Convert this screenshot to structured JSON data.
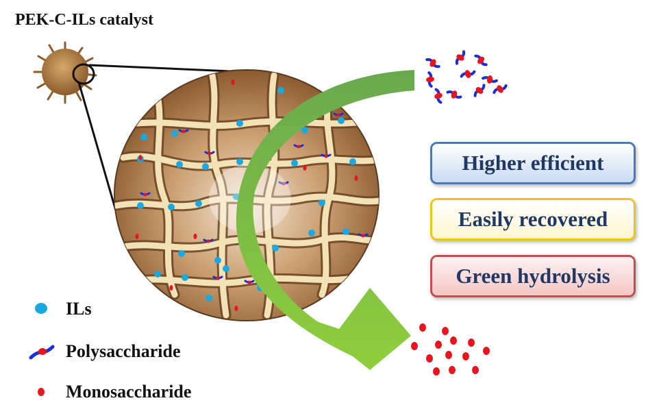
{
  "title": "PEK-C-ILs catalyst",
  "features": [
    {
      "label": "Higher efficient"
    },
    {
      "label": "Easily recovered"
    },
    {
      "label": "Green hydrolysis"
    }
  ],
  "legend": [
    {
      "label": "ILs",
      "icon": "cyan-dot-icon"
    },
    {
      "label": "Polysaccharide",
      "icon": "polysaccharide-chain-icon"
    },
    {
      "label": "Monosaccharide",
      "icon": "red-dot-icon"
    }
  ],
  "colors": {
    "ils": "#1ba8e0",
    "monosaccharide": "#e8141e",
    "polysaccharide_chain": "#1a2fd8",
    "arrow_top": "#6aa84f",
    "arrow_bottom": "#8fcf3c",
    "box_blue_border": "#4a78b8",
    "box_yellow_border": "#f0c419",
    "box_red_border": "#c0504d",
    "box_text": "#1f3864"
  }
}
